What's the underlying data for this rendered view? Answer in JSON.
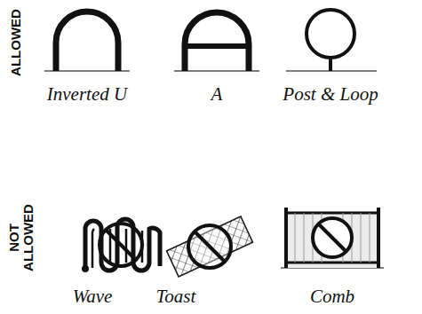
{
  "diagram": {
    "labels": [
      "ALLOWED",
      "Inverted U",
      "A",
      "Post & Loop",
      "NOT ALLOWED",
      "Wave",
      "Toast",
      "Comb"
    ]
  }
}
